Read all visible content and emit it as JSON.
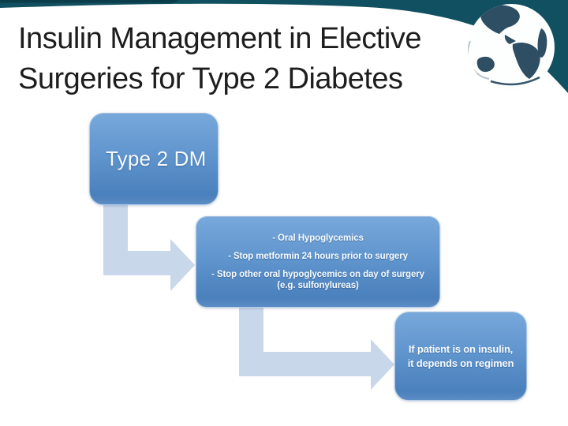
{
  "slide": {
    "title_line1": "Insulin Management in Elective",
    "title_line2": "Surgeries for Type 2 Diabetes"
  },
  "flowchart": {
    "nodes": [
      {
        "id": "type2dm",
        "label": "Type 2 DM"
      },
      {
        "id": "oral-hypoglycemics",
        "lines": [
          "- Oral Hypoglycemics",
          "- Stop metformin 24 hours prior to surgery",
          "- Stop other oral hypoglycemics on day of surgery (e.g. sulfonylureas)"
        ]
      },
      {
        "id": "insulin-regimen",
        "label": "If patient is on insulin, it depends on regimen"
      }
    ]
  },
  "icons": {
    "globe": "globe-icon"
  },
  "colors": {
    "band_teal": "#115060",
    "band_dark_strip": "#0b3c4a",
    "box_gradient_top": "#78a8db",
    "box_gradient_bottom": "#4a80bc",
    "arrow_light_blue": "#c9d7eb",
    "title_text": "#1d1d1d",
    "box_text": "#f6fafd",
    "globe_land": "#2e4e63"
  }
}
